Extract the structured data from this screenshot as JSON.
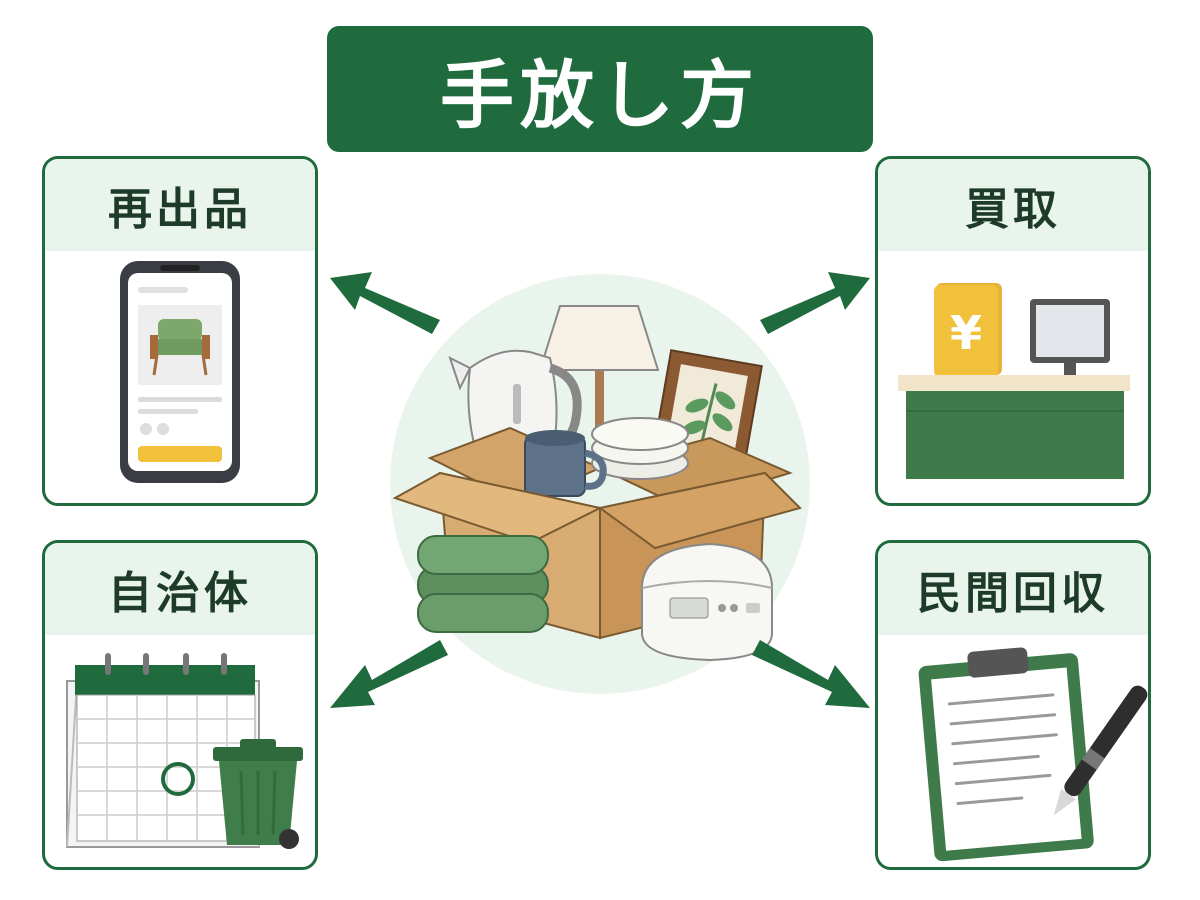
{
  "title": "手放し方",
  "methods": {
    "resale": {
      "label": "再出品",
      "icon": "smartphone-listing-icon"
    },
    "buyback": {
      "label": "買取",
      "icon": "yen-counter-icon",
      "symbol": "¥"
    },
    "municipal": {
      "label": "自治体",
      "icon": "calendar-trash-icon"
    },
    "private_collection": {
      "label": "民間回収",
      "icon": "clipboard-pen-icon"
    }
  },
  "center": {
    "icon": "box-of-household-items-icon"
  },
  "colors": {
    "primary": "#1f6b3e",
    "header_bg": "#e9f5ec",
    "accent": "#f2c13b"
  }
}
